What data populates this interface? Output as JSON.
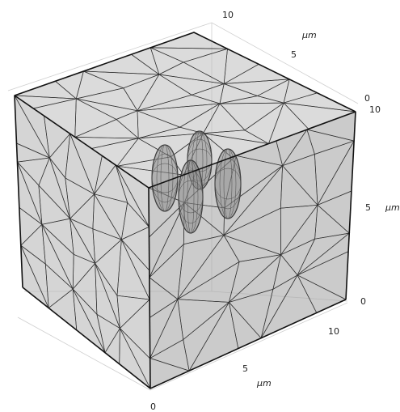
{
  "view": {
    "colors": {
      "background": "#ffffff",
      "domain_fill": "#b9b9b9",
      "mesh_edge": "#333333",
      "box_edge": "#111111",
      "inclusion_fill": "#8c8c8c",
      "inclusion_edge": "#3a3a3a"
    }
  },
  "axes": {
    "y_top_ticks": [
      "10",
      "5",
      "0"
    ],
    "y_top_unit": "μm",
    "z_right_ticks": [
      "10",
      "5",
      "0"
    ],
    "z_right_unit": "μm",
    "x_bottom_ticks": [
      "10",
      "5",
      "0"
    ],
    "x_bottom_unit": "μm"
  },
  "inclusions": {
    "count": 4,
    "shape": "ellipsoid"
  }
}
